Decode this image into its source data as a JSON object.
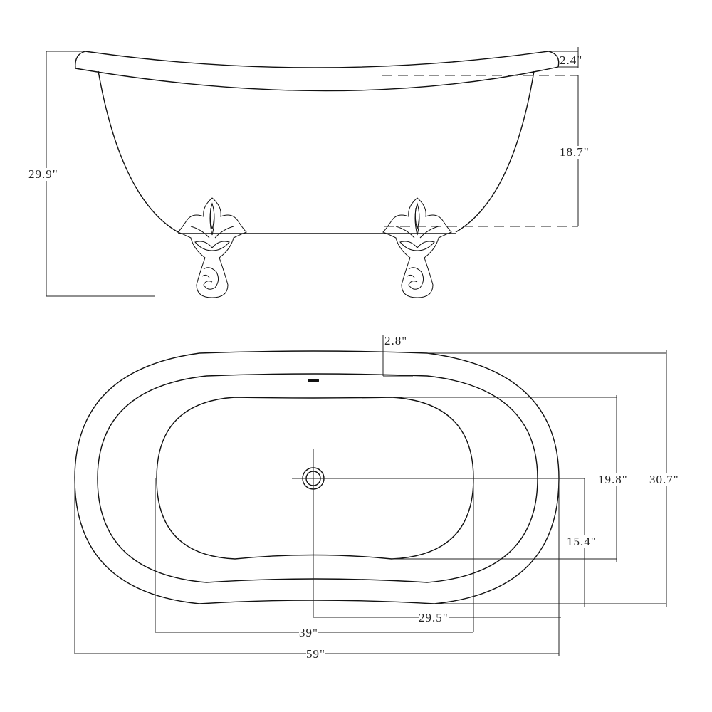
{
  "side_view": {
    "overall_height": "29.9\"",
    "rim_thickness": "2.4\"",
    "interior_depth": "18.7\""
  },
  "top_view": {
    "overflow_offset": "2.8\"",
    "overall_width": "30.7\"",
    "interior_width": "19.8\"",
    "drain_to_edge": "15.4\"",
    "drain_to_end": "29.5\"",
    "interior_length": "39\"",
    "overall_length": "59\""
  },
  "colors": {
    "line": "#111111",
    "background": "#ffffff"
  }
}
